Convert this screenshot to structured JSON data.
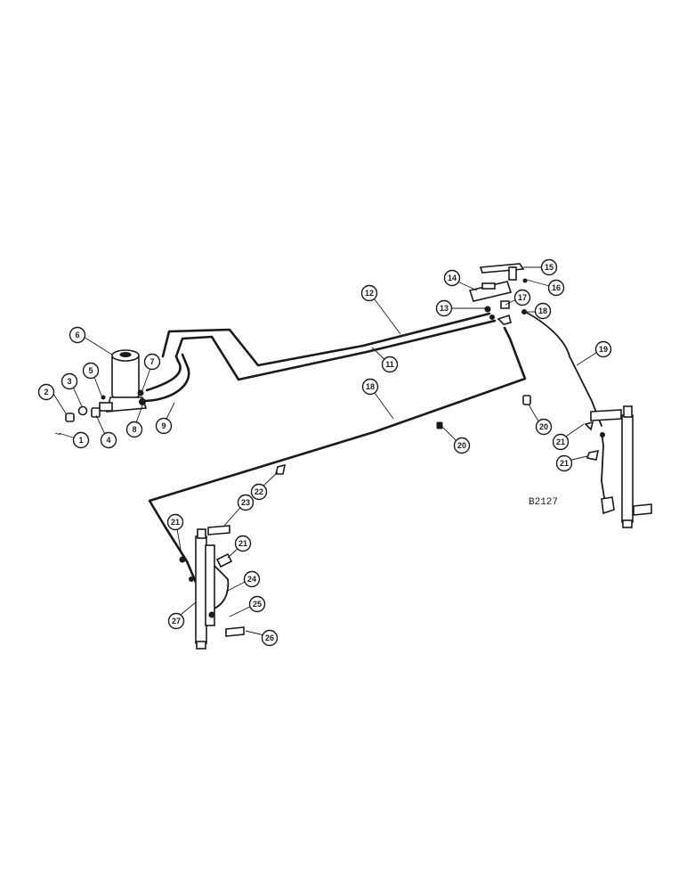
{
  "drawing_code": "B2127",
  "callouts": [
    {
      "label": "1"
    },
    {
      "label": "2"
    },
    {
      "label": "3"
    },
    {
      "label": "4"
    },
    {
      "label": "5"
    },
    {
      "label": "6"
    },
    {
      "label": "7"
    },
    {
      "label": "8"
    },
    {
      "label": "9"
    },
    {
      "label": "11"
    },
    {
      "label": "12"
    },
    {
      "label": "13"
    },
    {
      "label": "14"
    },
    {
      "label": "15"
    },
    {
      "label": "16"
    },
    {
      "label": "17"
    },
    {
      "label": "18"
    },
    {
      "label": "18"
    },
    {
      "label": "19"
    },
    {
      "label": "20"
    },
    {
      "label": "20"
    },
    {
      "label": "21"
    },
    {
      "label": "21"
    },
    {
      "label": "21"
    },
    {
      "label": "21"
    },
    {
      "label": "22"
    },
    {
      "label": "23"
    },
    {
      "label": "24"
    },
    {
      "label": "25"
    },
    {
      "label": "26"
    },
    {
      "label": "27"
    }
  ]
}
